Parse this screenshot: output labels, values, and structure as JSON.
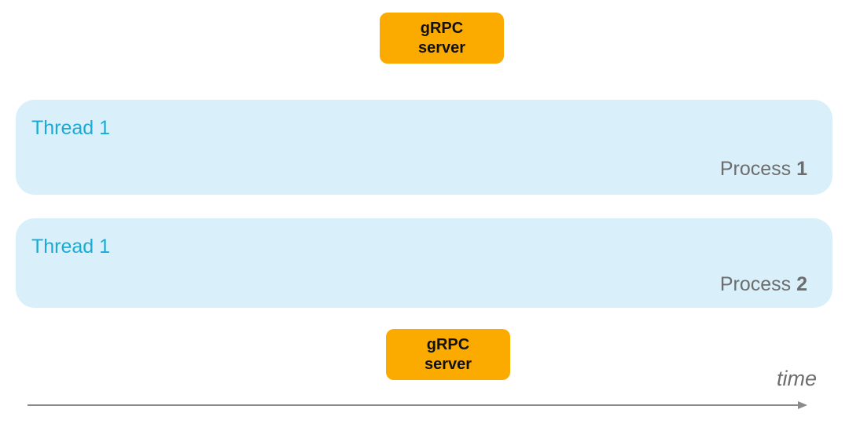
{
  "servers": [
    {
      "line1": "gRPC",
      "line2": "server"
    },
    {
      "line1": "gRPC",
      "line2": "server"
    }
  ],
  "processes": [
    {
      "thread_label": "Thread 1",
      "process_word": "Process",
      "process_number": "1"
    },
    {
      "thread_label": "Thread 1",
      "process_word": "Process",
      "process_number": "2"
    }
  ],
  "axis": {
    "label": "time"
  },
  "colors": {
    "server_fill": "#fbab00",
    "process_fill": "#d9f0fb",
    "thread_text": "#1aaad6",
    "process_text": "#6d6d6d",
    "axis_line": "#8a8a8a"
  }
}
